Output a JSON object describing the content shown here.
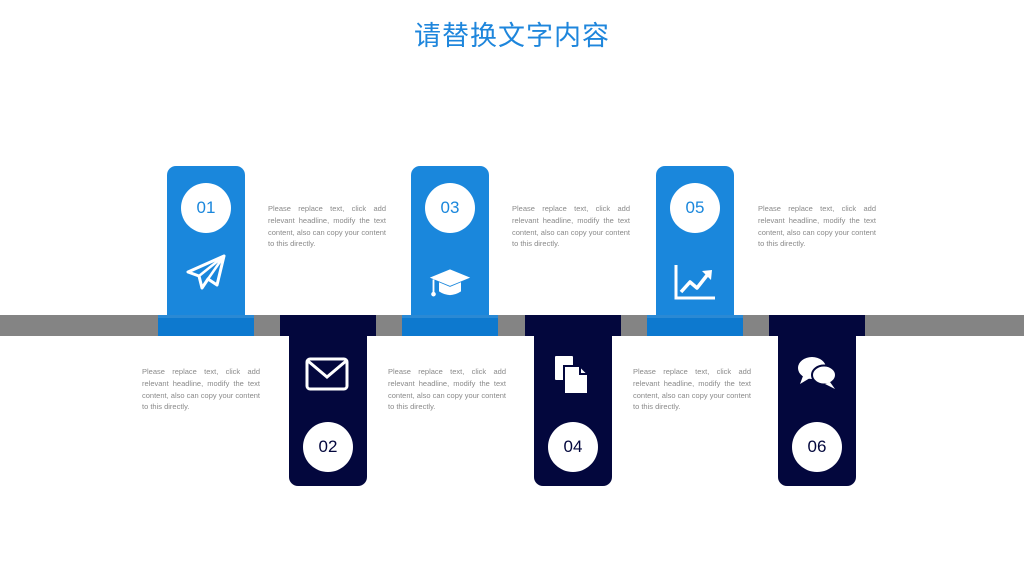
{
  "title": "请替换文字内容",
  "steps": [
    {
      "number": "01",
      "icon": "paper-plane-icon",
      "color": "blue",
      "text": "Please replace text, click add relevant headline, modify the text content, also can copy your content to this directly."
    },
    {
      "number": "02",
      "icon": "envelope-icon",
      "color": "navy",
      "text": "Please replace text, click add relevant headline, modify the text content, also can copy your content to this directly."
    },
    {
      "number": "03",
      "icon": "graduation-cap-icon",
      "color": "blue",
      "text": "Please replace text, click add relevant headline, modify the text content, also can copy your content to this directly."
    },
    {
      "number": "04",
      "icon": "documents-icon",
      "color": "navy",
      "text": "Please replace text, click add relevant headline, modify the text content, also can copy your content to this directly."
    },
    {
      "number": "05",
      "icon": "line-chart-icon",
      "color": "blue",
      "text": "Please replace text, click add relevant headline, modify the text content, also can copy your content to this directly."
    },
    {
      "number": "06",
      "icon": "chat-bubbles-icon",
      "color": "navy",
      "text": "Please replace text, click add relevant headline, modify the text content, also can copy your content to this directly."
    }
  ],
  "colors": {
    "blue": "#1a87dc",
    "navy": "#03073d",
    "bar": "#848484",
    "title": "#1e86dc"
  }
}
